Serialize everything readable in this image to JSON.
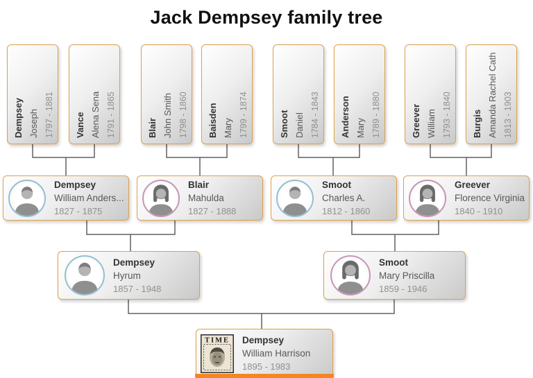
{
  "title": "Jack Dempsey family tree",
  "colors": {
    "card_border": "#dda04b",
    "connector": "#606060",
    "male_ring": "#93bfd2",
    "female_ring": "#c795b6",
    "selection_bar": "#f5861f"
  },
  "icons": {
    "male_avatar": "person-silhouette-male",
    "female_avatar": "person-silhouette-female",
    "portrait": "time-magazine-cover"
  },
  "time_cover_label": "TIME",
  "people": {
    "gen1": [
      {
        "surname": "Dempsey",
        "given": "Joseph",
        "years": "1797 - 1881"
      },
      {
        "surname": "Vance",
        "given": "Alena Sena",
        "years": "1791 - 1865"
      },
      {
        "surname": "Blair",
        "given": "John Smith",
        "years": "1798 - 1860"
      },
      {
        "surname": "Baisden",
        "given": "Mary",
        "years": "1799 - 1874"
      },
      {
        "surname": "Smoot",
        "given": "Daniel",
        "years": "1784 - 1843"
      },
      {
        "surname": "Anderson",
        "given": "Mary",
        "years": "1789 - 1880"
      },
      {
        "surname": "Greever",
        "given": "William",
        "years": "1793 - 1840"
      },
      {
        "surname": "Burgis",
        "given": "Amanda Rachel Cath...",
        "years": "1813 - 1903"
      }
    ],
    "gen2": [
      {
        "surname": "Dempsey",
        "given": "William Anders...",
        "years": "1827 - 1875",
        "sex": "male"
      },
      {
        "surname": "Blair",
        "given": "Mahulda",
        "years": "1827 - 1888",
        "sex": "female"
      },
      {
        "surname": "Smoot",
        "given": "Charles A.",
        "years": "1812 - 1860",
        "sex": "male"
      },
      {
        "surname": "Greever",
        "given": "Florence Virginia",
        "years": "1840 - 1910",
        "sex": "female"
      }
    ],
    "gen3": [
      {
        "surname": "Dempsey",
        "given": "Hyrum",
        "years": "1857 - 1948",
        "sex": "male"
      },
      {
        "surname": "Smoot",
        "given": "Mary Priscilla",
        "years": "1859 - 1946",
        "sex": "female"
      }
    ],
    "gen4": [
      {
        "surname": "Dempsey",
        "given": "William Harrison",
        "years": "1895 - 1983"
      }
    ]
  }
}
